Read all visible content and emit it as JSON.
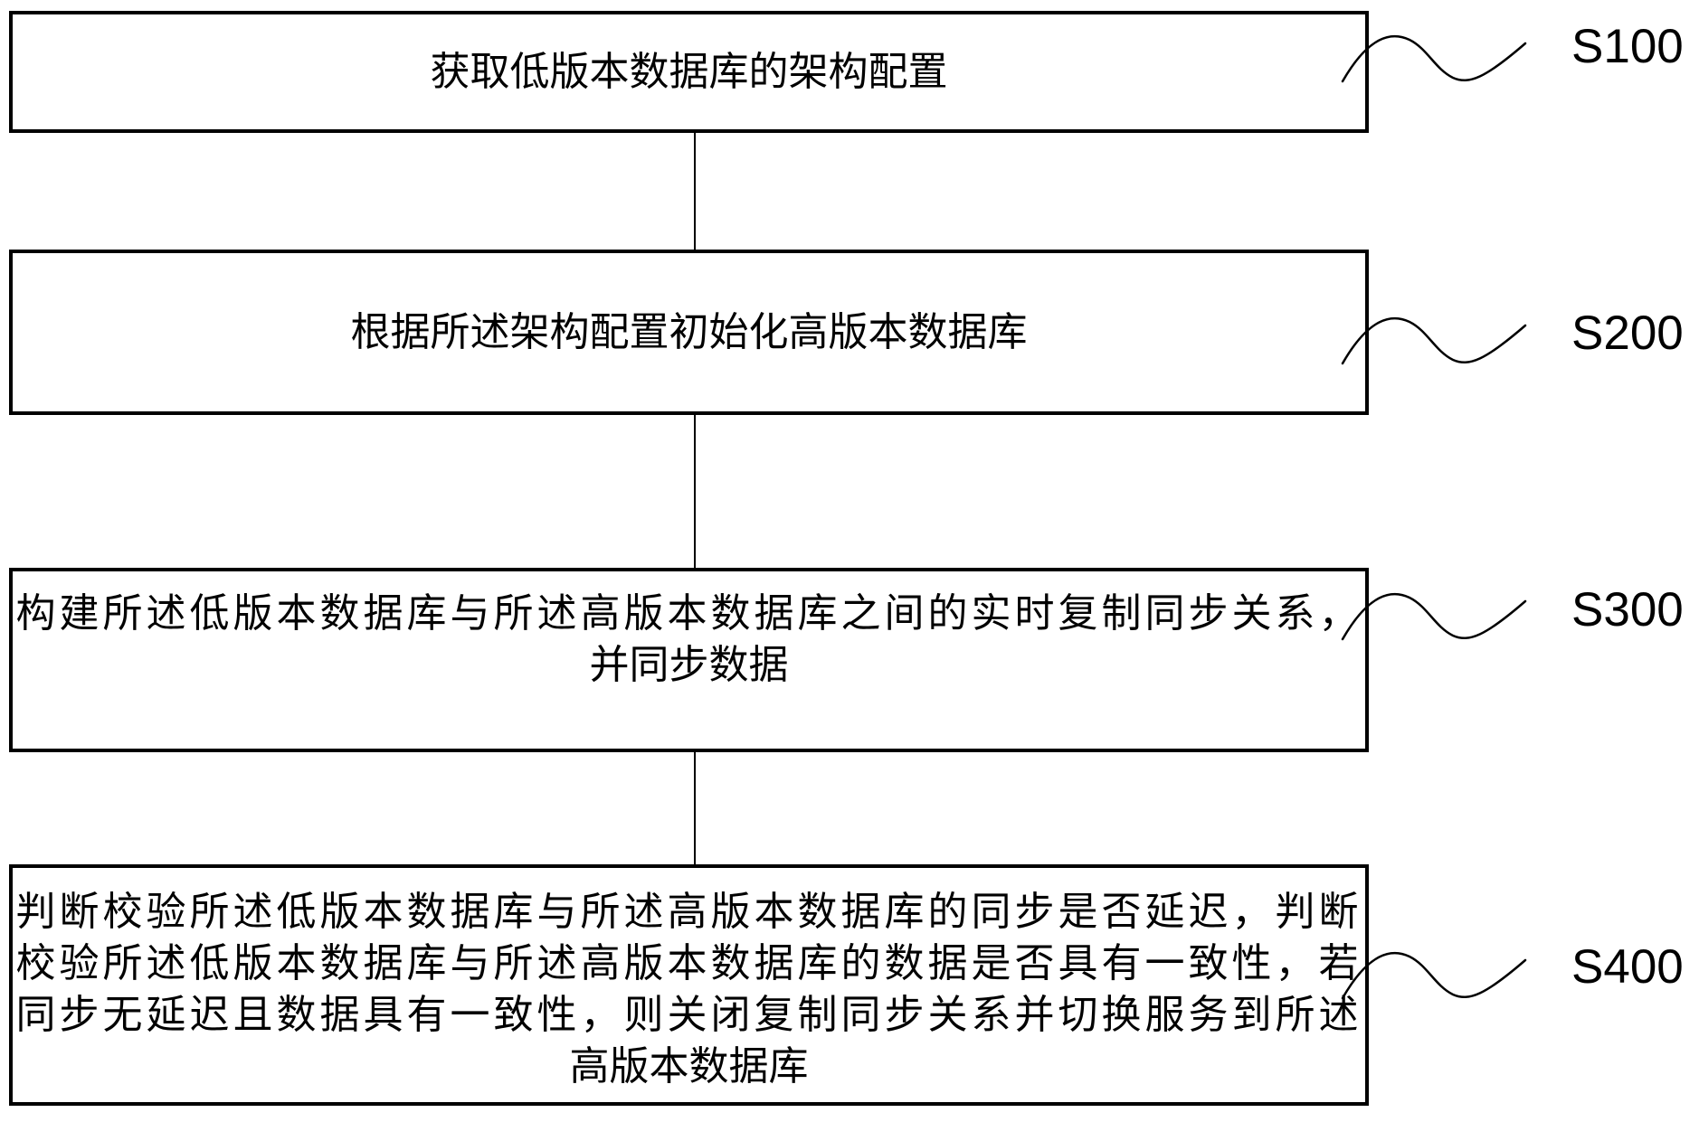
{
  "figure": {
    "type": "flowchart",
    "background_color": "#ffffff",
    "line_color": "#000000",
    "steps": [
      {
        "label": "S100",
        "lines": [
          "获取低版本数据库的架构配置"
        ]
      },
      {
        "label": "S200",
        "lines": [
          "根据所述架构配置初始化高版本数据库"
        ]
      },
      {
        "label": "S300",
        "lines": [
          "构建所述低版本数据库与所述高版本数据库之间的实时复制同步关系，",
          "并同步数据"
        ]
      },
      {
        "label": "S400",
        "lines": [
          "判断校验所述低版本数据库与所述高版本数据库的同步是否延迟，判断",
          "校验所述低版本数据库与所述高版本数据库的数据是否具有一致性，若",
          "同步无延迟且数据具有一致性，则关闭复制同步关系并切换服务到所述",
          "高版本数据库"
        ]
      }
    ]
  }
}
